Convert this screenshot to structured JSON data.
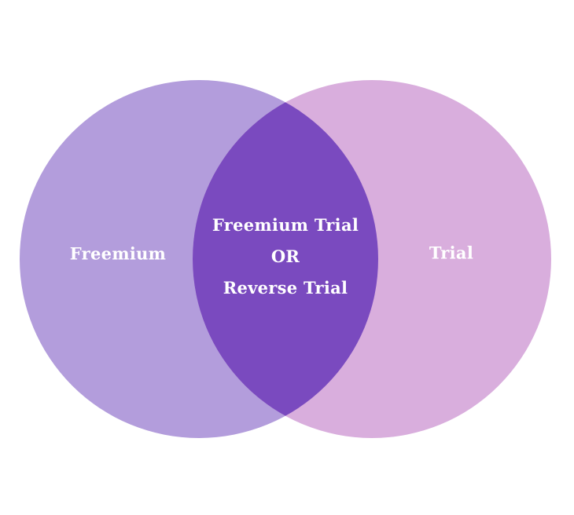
{
  "diagram": {
    "background_color": "#ffffff",
    "text_color": "#ffffff",
    "left_circle": {
      "label": "Freemium",
      "color": "#b39ddc"
    },
    "right_circle": {
      "label": "Trial",
      "color": "#d9aedd"
    },
    "intersection": {
      "color": "#7a4abf",
      "lines": [
        "Freemium Trial",
        "OR",
        "Reverse Trial"
      ]
    }
  }
}
